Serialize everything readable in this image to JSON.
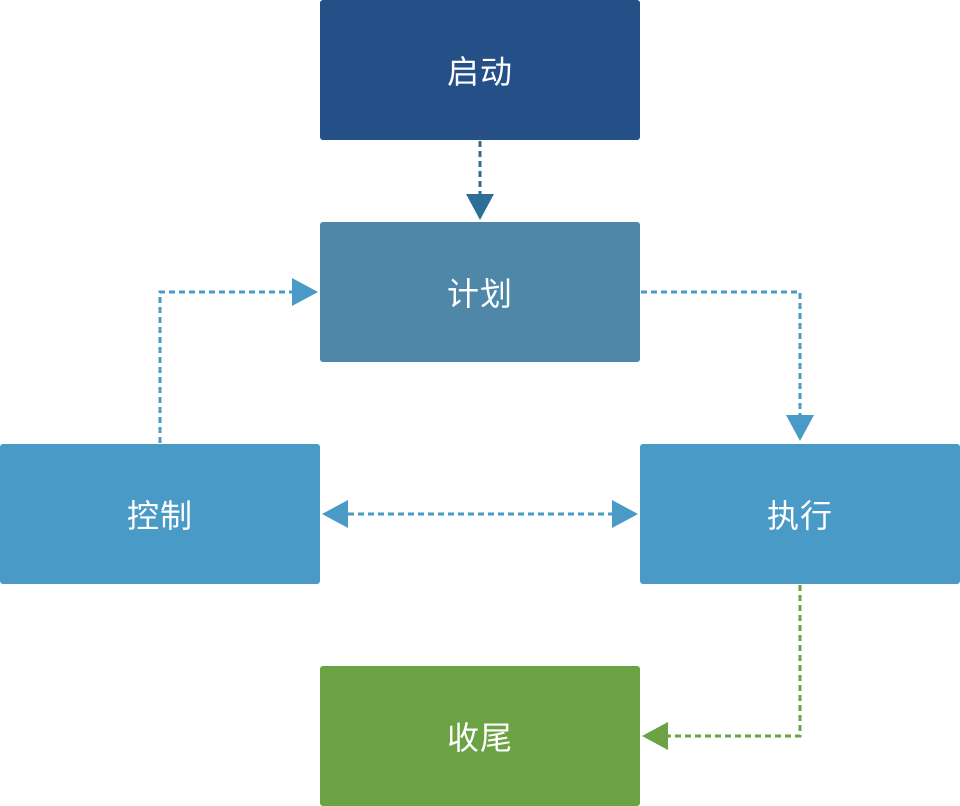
{
  "diagram": {
    "nodes": {
      "start": {
        "label": "启动",
        "color": "#254F87"
      },
      "plan": {
        "label": "计划",
        "color": "#4E87A8"
      },
      "control": {
        "label": "控制",
        "color": "#4A9AC7"
      },
      "execute": {
        "label": "执行",
        "color": "#4A9AC7"
      },
      "close": {
        "label": "收尾",
        "color": "#6BA243"
      }
    },
    "edges": [
      {
        "from": "start",
        "to": "plan",
        "color": "#2F6E95",
        "style": "dashed"
      },
      {
        "from": "plan",
        "to": "execute",
        "color": "#4A9AC7",
        "style": "dashed"
      },
      {
        "from": "control",
        "to": "plan",
        "color": "#4A9AC7",
        "style": "dashed"
      },
      {
        "from": "control",
        "to": "execute",
        "color": "#4A9AC7",
        "style": "dashed",
        "bidirectional": true
      },
      {
        "from": "execute",
        "to": "close",
        "color": "#6BA243",
        "style": "dashed"
      }
    ]
  }
}
